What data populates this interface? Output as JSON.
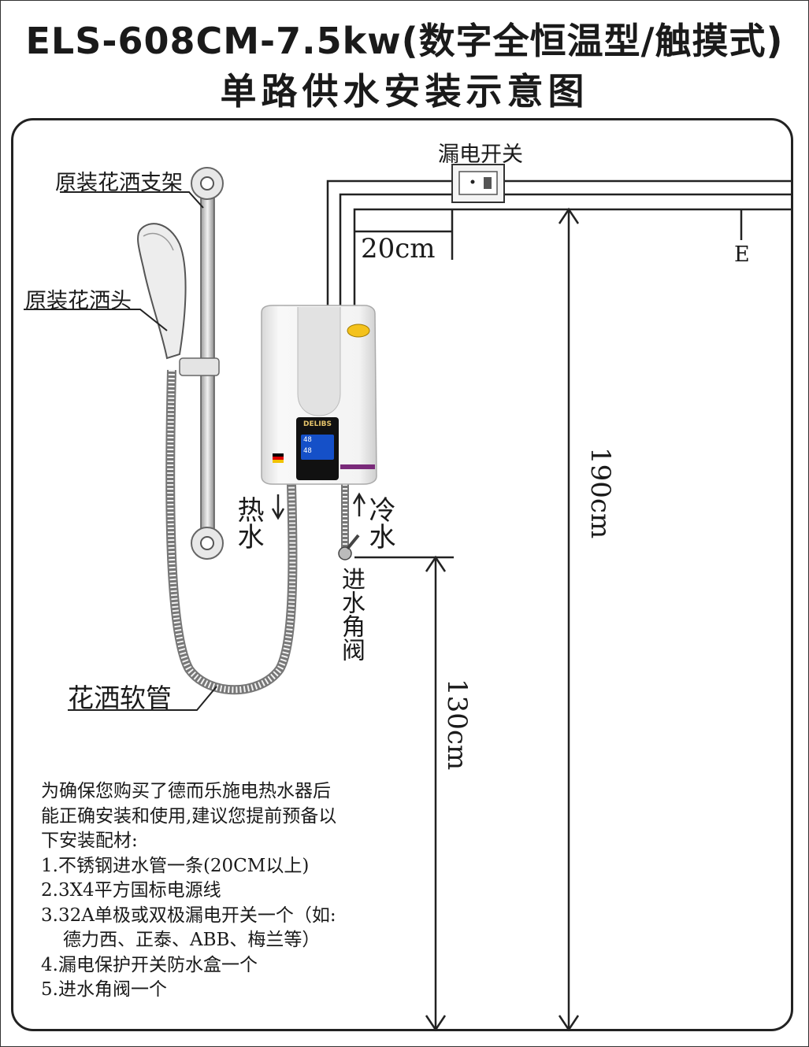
{
  "title": {
    "line1": "ELS-608CM-7.5kw(数字全恒温型/触摸式)",
    "line2": "单路供水安装示意图"
  },
  "labels": {
    "shower_bracket": "原装花洒支架",
    "shower_head": "原装花洒头",
    "leakage_switch": "漏电开关",
    "distance_20": "20cm",
    "earth": "E",
    "hot_water": "热水",
    "cold_water": "冷水",
    "inlet_valve": "进水角阀",
    "shower_hose": "花洒软管",
    "height_190": "190cm",
    "height_130": "130cm"
  },
  "heater": {
    "brand": "DELIBS",
    "display_top": "48",
    "display_bottom": "48"
  },
  "notes": {
    "intro_1": "为确保您购买了德而乐施电热水器后",
    "intro_2": "能正确安装和使用,建议您提前预备以",
    "intro_3": "下安装配材:",
    "item_1": "1.不锈钢进水管一条(20CM以上)",
    "item_2": "2.3X4平方国标电源线",
    "item_3a": "3.32A单极或双极漏电开关一个（如:",
    "item_3b": "德力西、正泰、ABB、梅兰等）",
    "item_4": "4.漏电保护开关防水盒一个",
    "item_5": "5.进水角阀一个"
  },
  "colors": {
    "line": "#222222",
    "heater_body": "#f2f2f2",
    "lcd": "#1550c8",
    "accent_stripe": "#7a2a7a"
  }
}
